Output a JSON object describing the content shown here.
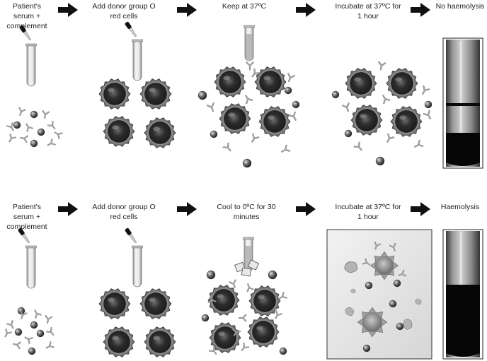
{
  "rows": [
    {
      "steps": [
        {
          "label_lines": [
            "Patient's",
            "serum +",
            "complement"
          ]
        },
        {
          "label_lines": [
            "Add donor group O",
            "red cells"
          ]
        },
        {
          "label_lines": [
            "Keep at 37ºC"
          ]
        },
        {
          "label_lines": [
            "Incubate at 37ºC for",
            "1 hour"
          ]
        },
        {
          "label_lines": [
            "No haemolysis"
          ]
        }
      ]
    },
    {
      "steps": [
        {
          "label_lines": [
            "Patient's",
            "serum +",
            "complement"
          ]
        },
        {
          "label_lines": [
            "Add donor group O",
            "red cells"
          ]
        },
        {
          "label_lines": [
            "Cool to 0ºC for 30",
            "minutes"
          ]
        },
        {
          "label_lines": [
            "Incubate at 37ºC for",
            "1 hour"
          ]
        },
        {
          "label_lines": [
            "Haemolysis"
          ]
        }
      ]
    }
  ],
  "colors": {
    "red_cell_dark": "#2a2a2a",
    "red_cell_rim": "#5a5a5a",
    "antibody": "#8a8a8a",
    "complement_ball": "#555555",
    "tube_glass": "#d8d8d8",
    "lysed_cell": "#9a9a9a"
  }
}
